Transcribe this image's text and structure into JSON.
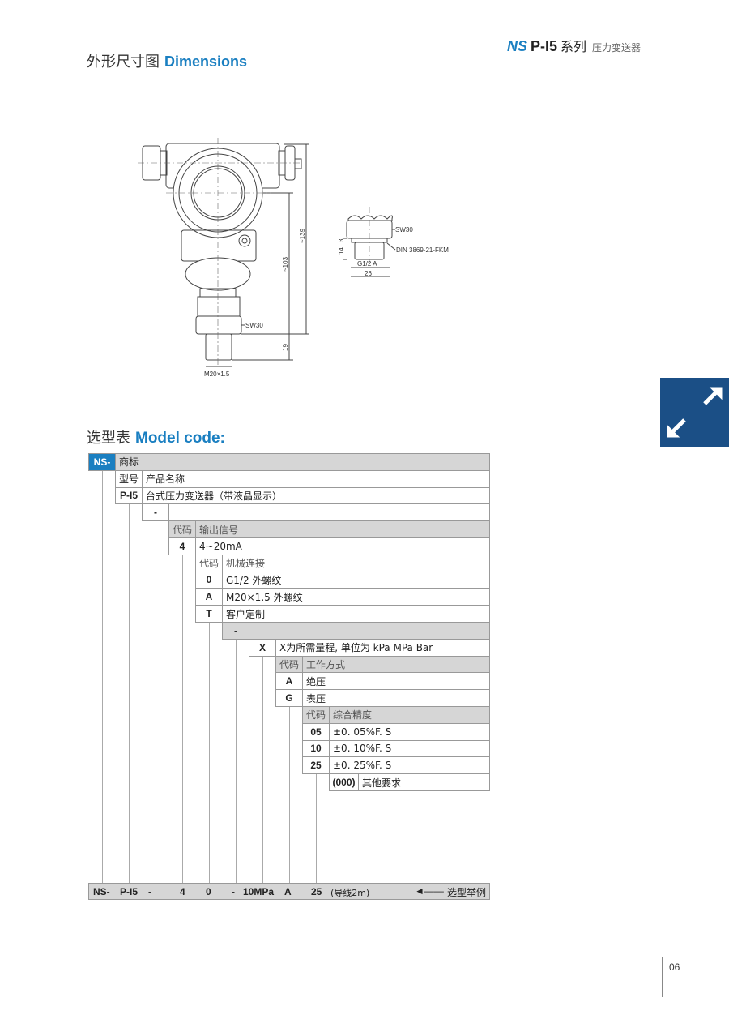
{
  "header": {
    "title_cn": "外形尺寸图",
    "title_en": "Dimensions",
    "brand_logo": "NS",
    "brand_model": "P-I5",
    "brand_series": "系列",
    "brand_sub": "压力变送器"
  },
  "drawing": {
    "main": {
      "sw": "SW30",
      "dim_139": "~139",
      "dim_103": "~103",
      "dim_19": "19",
      "thread": "M20×1.5"
    },
    "fitting": {
      "sw": "SW30",
      "dim_3": "3",
      "dim_14": "14",
      "seal": "DIN 3869-21-FKM",
      "thread": "G1/2 A",
      "width": "26"
    }
  },
  "model_code": {
    "title_cn": "选型表",
    "title_en": "Model code:",
    "rows": [
      {
        "code": "NS-",
        "desc": "商标"
      },
      {
        "code": "型号",
        "desc": "产品名称"
      },
      {
        "code": "P-I5",
        "desc": "台式压力变送器（带液晶显示）"
      },
      {
        "code": "-",
        "desc": ""
      },
      {
        "code": "代码",
        "desc": "输出信号"
      },
      {
        "code": "4",
        "desc": "4~20mA"
      },
      {
        "code": "代码",
        "desc": "机械连接"
      },
      {
        "code": "0",
        "desc": "G1/2 外螺纹"
      },
      {
        "code": "A",
        "desc": "M20×1.5 外螺纹"
      },
      {
        "code": "T",
        "desc": "客户定制"
      },
      {
        "code": "-",
        "desc": ""
      },
      {
        "code": "X",
        "desc": "X为所需量程, 单位为 kPa  MPa  Bar"
      },
      {
        "code": "代码",
        "desc": "工作方式"
      },
      {
        "code": "A",
        "desc": "绝压"
      },
      {
        "code": "G",
        "desc": "表压"
      },
      {
        "code": "代码",
        "desc": "综合精度"
      },
      {
        "code": "05",
        "desc": "±0. 05%F. S"
      },
      {
        "code": "10",
        "desc": "±0. 10%F. S"
      },
      {
        "code": "25",
        "desc": "±0. 25%F. S"
      },
      {
        "code": "(000)",
        "desc": "其他要求"
      }
    ],
    "example": [
      "NS-",
      "P-I5",
      "-",
      "4",
      "0",
      "-",
      "10MPa",
      "A",
      "25",
      "(导线2m)"
    ],
    "example_label": "选型举例"
  },
  "colors": {
    "accent": "#1a7fc1",
    "header_gray": "#d6d6d6",
    "corner": "#1b4f86"
  },
  "corner_icon": "expand-collapse-arrows-icon",
  "page_number": "06"
}
